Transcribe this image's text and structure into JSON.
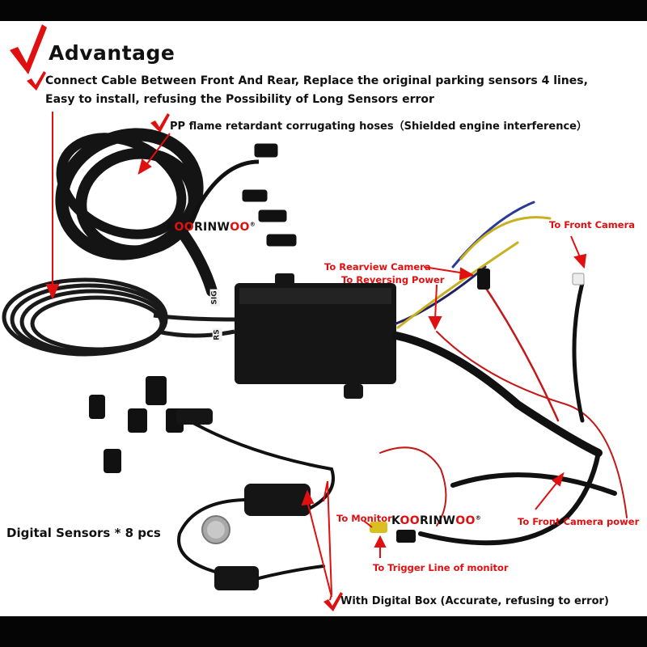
{
  "header": {
    "title": "Advantage",
    "line1": "Connect Cable Between Front And  Rear,  Replace the original parking sensors 4 lines,",
    "line2": "Easy to install, refusing the Possibility of Long Sensors error",
    "hose_note": "PP flame retardant corrugating hoses（Shielded engine interference）"
  },
  "brand": {
    "prefix": "K",
    "highlight": "OO",
    "mid": "RINW",
    "highlight2": "OO",
    "mark": "®"
  },
  "callouts": {
    "front_camera": "To Front Camera",
    "rearview_camera": "To Rearview Camera",
    "reversing_power": "To Reversing Power",
    "monitor": "To Monitor",
    "front_camera_power": "To Front Camera power",
    "trigger_line": "To Trigger Line of monitor"
  },
  "cable_tags": {
    "sig": "SIG",
    "rs": "RS"
  },
  "footer": {
    "sensors": "Digital Sensors * 8 pcs",
    "digital_box": "With Digital Box (Accurate, refusing to error)"
  },
  "colors": {
    "check": "#e01010",
    "callout": "#e01010",
    "cable": "#111111",
    "box": "#151515"
  }
}
